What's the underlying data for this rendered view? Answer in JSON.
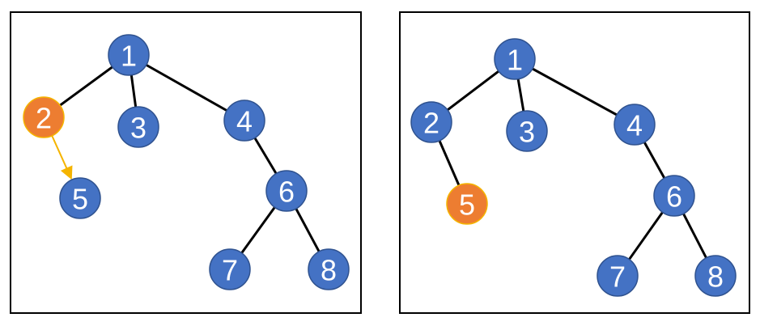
{
  "colors": {
    "node_fill": "#4472c4",
    "node_stroke": "#2f528f",
    "highlight_fill": "#ed7d31",
    "highlight_stroke": "#f5b400",
    "arrow": "#f5b400",
    "edge": "#000000",
    "frame": "#000000"
  },
  "panels": [
    {
      "nodes": [
        {
          "id": "1",
          "label": "1",
          "highlighted": false
        },
        {
          "id": "2",
          "label": "2",
          "highlighted": true
        },
        {
          "id": "3",
          "label": "3",
          "highlighted": false
        },
        {
          "id": "4",
          "label": "4",
          "highlighted": false
        },
        {
          "id": "5",
          "label": "5",
          "highlighted": false
        },
        {
          "id": "6",
          "label": "6",
          "highlighted": false
        },
        {
          "id": "7",
          "label": "7",
          "highlighted": false
        },
        {
          "id": "8",
          "label": "8",
          "highlighted": false
        }
      ],
      "edges": [
        {
          "from": "1",
          "to": "2",
          "style": "line"
        },
        {
          "from": "1",
          "to": "3",
          "style": "line"
        },
        {
          "from": "1",
          "to": "4",
          "style": "line"
        },
        {
          "from": "4",
          "to": "6",
          "style": "line"
        },
        {
          "from": "6",
          "to": "7",
          "style": "line"
        },
        {
          "from": "6",
          "to": "8",
          "style": "line"
        },
        {
          "from": "2",
          "to": "5",
          "style": "arrow"
        }
      ]
    },
    {
      "nodes": [
        {
          "id": "1",
          "label": "1",
          "highlighted": false
        },
        {
          "id": "2",
          "label": "2",
          "highlighted": false
        },
        {
          "id": "3",
          "label": "3",
          "highlighted": false
        },
        {
          "id": "4",
          "label": "4",
          "highlighted": false
        },
        {
          "id": "5",
          "label": "5",
          "highlighted": true
        },
        {
          "id": "6",
          "label": "6",
          "highlighted": false
        },
        {
          "id": "7",
          "label": "7",
          "highlighted": false
        },
        {
          "id": "8",
          "label": "8",
          "highlighted": false
        }
      ],
      "edges": [
        {
          "from": "1",
          "to": "2",
          "style": "line"
        },
        {
          "from": "1",
          "to": "3",
          "style": "line"
        },
        {
          "from": "1",
          "to": "4",
          "style": "line"
        },
        {
          "from": "2",
          "to": "5",
          "style": "line"
        },
        {
          "from": "4",
          "to": "6",
          "style": "line"
        },
        {
          "from": "6",
          "to": "7",
          "style": "line"
        },
        {
          "from": "6",
          "to": "8",
          "style": "line"
        }
      ]
    }
  ]
}
